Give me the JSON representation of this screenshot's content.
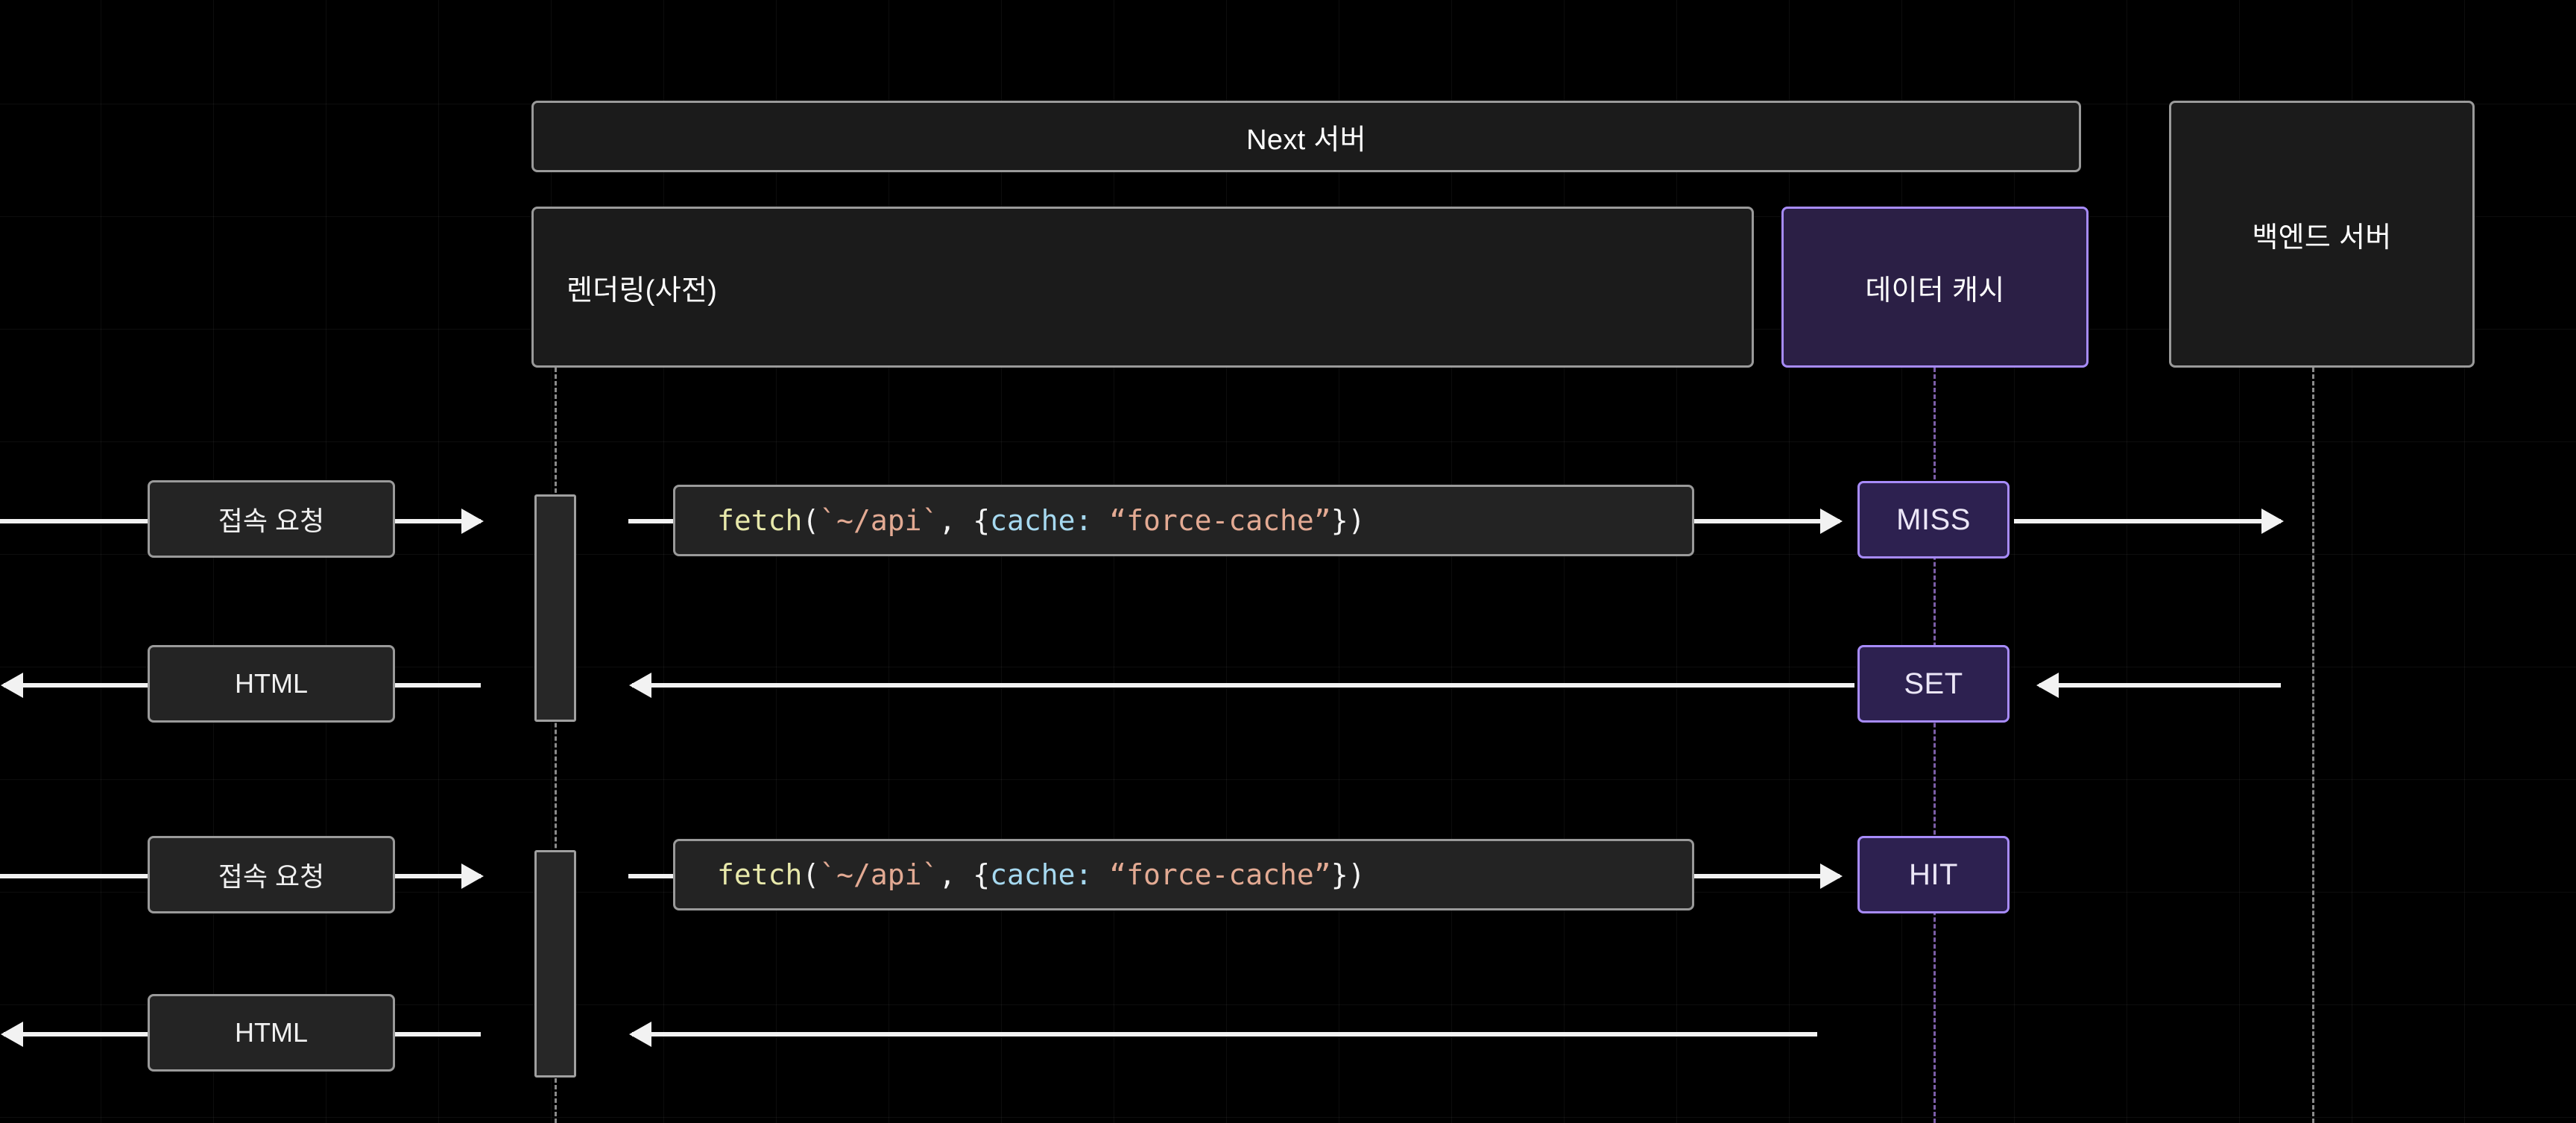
{
  "diagram": {
    "title": "Next.js data cache sequence diagram",
    "background_color": "#000000",
    "accent_color": "#a78bfa",
    "line_color": "#f2f2f2",
    "box_border_color": "#9a9a9a"
  },
  "participants": [
    {
      "id": "next-server",
      "label": "Next 서버"
    },
    {
      "id": "renderer",
      "label": "렌더링(사전)"
    },
    {
      "id": "data-cache",
      "label": "데이터 캐시"
    },
    {
      "id": "backend-server",
      "label": "백엔드 서버"
    }
  ],
  "messages": [
    {
      "id": "request-1",
      "label": "접속 요청"
    },
    {
      "id": "response-1",
      "label": "HTML"
    },
    {
      "id": "request-2",
      "label": "접속 요청"
    },
    {
      "id": "response-2",
      "label": "HTML"
    }
  ],
  "code": {
    "fn": "fetch",
    "open_paren": "(",
    "url": "`~/api`",
    "comma": ", ",
    "open_brace": "{",
    "key": "cache:",
    "space": " ",
    "value": "“force-cache”",
    "close": "})",
    "full": "fetch(`~/api`, {cache: “force-cache”})"
  },
  "cache_states": [
    {
      "id": "miss",
      "label": "MISS"
    },
    {
      "id": "set",
      "label": "SET"
    },
    {
      "id": "hit",
      "label": "HIT"
    }
  ]
}
